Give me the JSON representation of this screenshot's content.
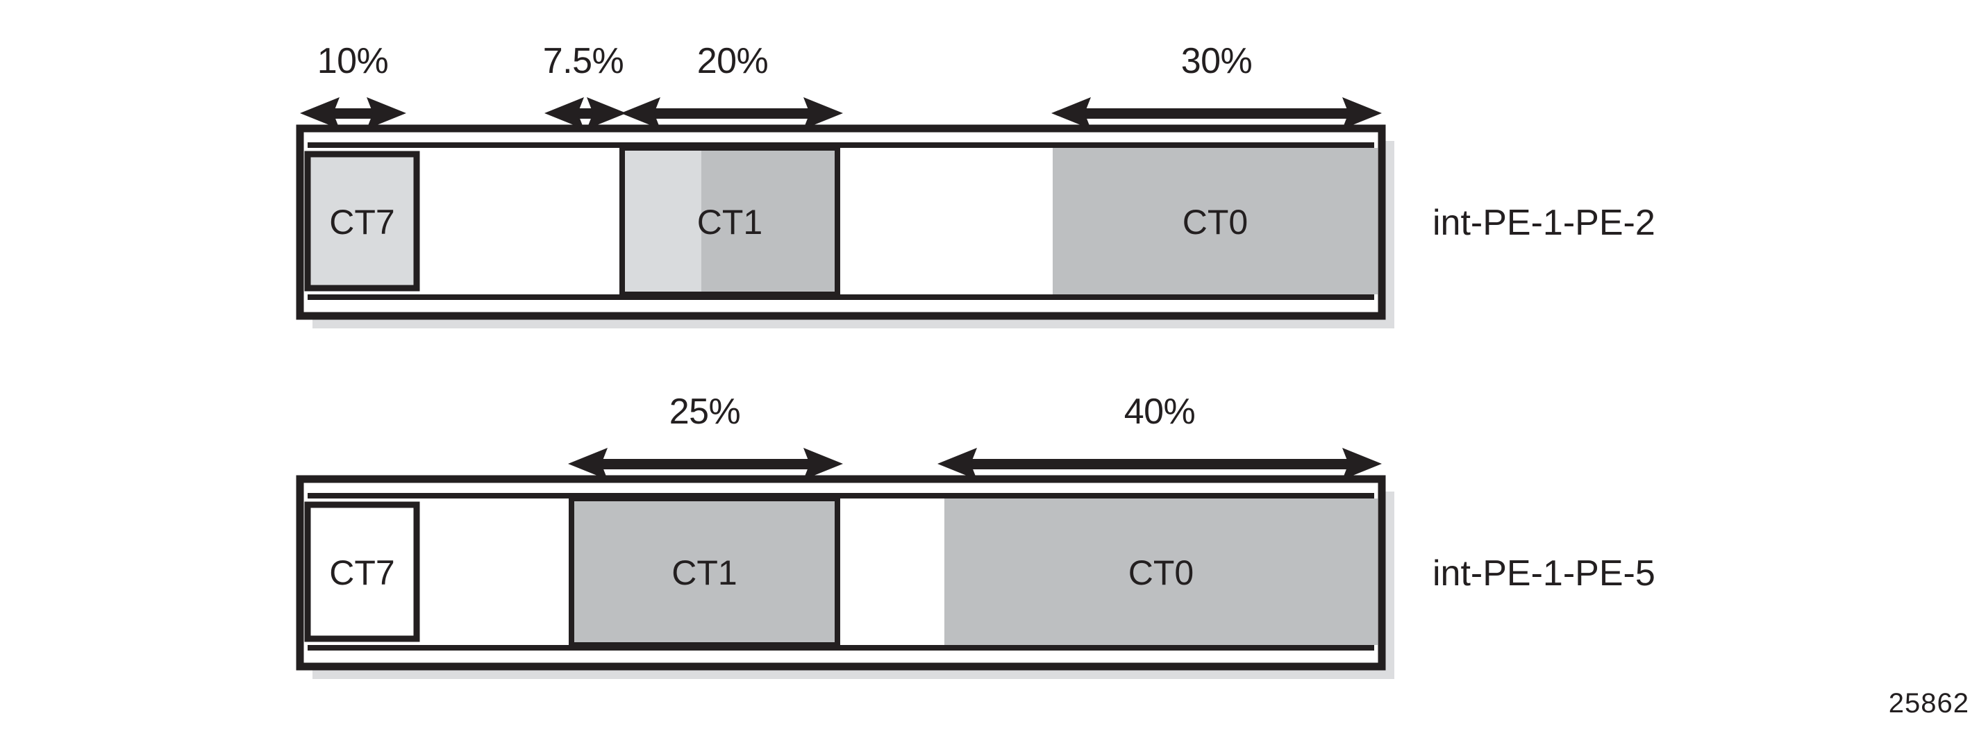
{
  "figure": {
    "id_number": "25862",
    "background_color": "#ffffff",
    "ink_color": "#231f20"
  },
  "palette": {
    "ink": "#231f20",
    "white": "#ffffff",
    "light_gray": "#d9dbdd",
    "mid_gray": "#bdbfc1",
    "shadow": "#dcdddf"
  },
  "chart_data": {
    "type": "bar",
    "title": "",
    "xlabel": "",
    "ylabel": "",
    "orientation": "horizontal-stacked",
    "axis_units": "percent of link bandwidth",
    "xlim": [
      0,
      100
    ],
    "grid": false,
    "legend": "none",
    "categories": [
      "int-PE-1-PE-2",
      "int-PE-1-PE-5"
    ],
    "series": [
      {
        "name": "int-PE-1-PE-2",
        "annotations": [
          {
            "label": "10%",
            "value": 10,
            "target": "CT7"
          },
          {
            "label": "7.5%",
            "value": 7.5,
            "target": "CT1-reserved"
          },
          {
            "label": "20%",
            "value": 20,
            "target": "CT1"
          },
          {
            "label": "30%",
            "value": 30,
            "target": "CT0"
          }
        ],
        "blocks": [
          {
            "name": "CT7",
            "label": "CT7",
            "value": 10,
            "fill": "light_gray",
            "bordered": true
          },
          {
            "name": "CT1",
            "label": "CT1",
            "value": 20,
            "fill": "mid_gray",
            "bordered": true
          },
          {
            "name": "CT0",
            "label": "CT0",
            "value": 30,
            "fill": "mid_gray",
            "bordered": false
          }
        ]
      },
      {
        "name": "int-PE-1-PE-5",
        "annotations": [
          {
            "label": "25%",
            "value": 25,
            "target": "CT1"
          },
          {
            "label": "40%",
            "value": 40,
            "target": "CT0"
          }
        ],
        "blocks": [
          {
            "name": "CT7",
            "label": "CT7",
            "value": 10,
            "fill": "white",
            "bordered": true
          },
          {
            "name": "CT1",
            "label": "CT1",
            "value": 25,
            "fill": "mid_gray",
            "bordered": true
          },
          {
            "name": "CT0",
            "label": "CT0",
            "value": 40,
            "fill": "mid_gray",
            "bordered": false
          }
        ]
      }
    ]
  },
  "rows": [
    {
      "interface_label": "int-PE-1-PE-2",
      "measures": [
        {
          "key": "m10",
          "label": "10%"
        },
        {
          "key": "m75",
          "label": "7.5%"
        },
        {
          "key": "m20",
          "label": "20%"
        },
        {
          "key": "m30",
          "label": "30%"
        }
      ],
      "blocks": [
        {
          "key": "ct7",
          "label": "CT7"
        },
        {
          "key": "ct1",
          "label": "CT1"
        },
        {
          "key": "ct0",
          "label": "CT0"
        }
      ]
    },
    {
      "interface_label": "int-PE-1-PE-5",
      "measures": [
        {
          "key": "m25",
          "label": "25%"
        },
        {
          "key": "m40",
          "label": "40%"
        }
      ],
      "blocks": [
        {
          "key": "ct7",
          "label": "CT7"
        },
        {
          "key": "ct1",
          "label": "CT1"
        },
        {
          "key": "ct0",
          "label": "CT0"
        }
      ]
    }
  ]
}
